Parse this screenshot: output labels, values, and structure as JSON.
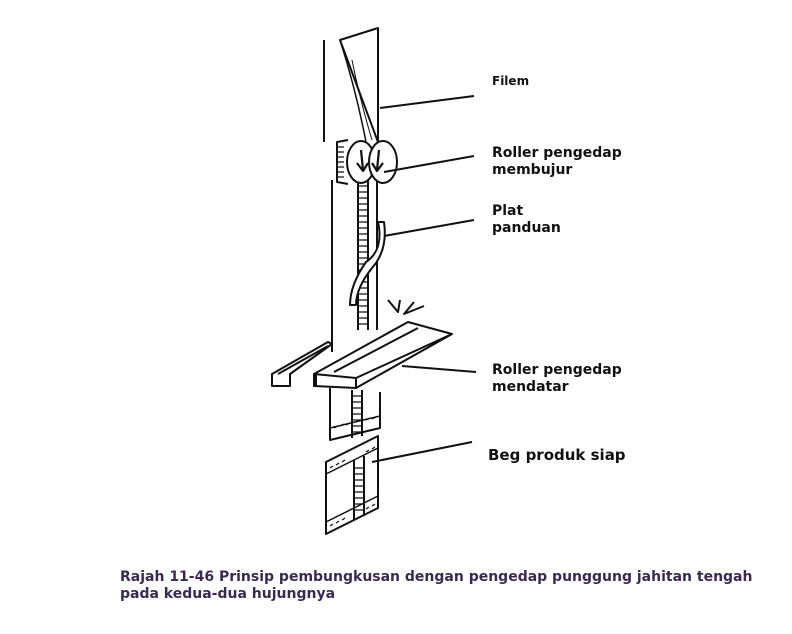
{
  "labels": {
    "film": "Filem",
    "vertical_roller": [
      "Roller pengedap",
      "membujur"
    ],
    "guide_plate": [
      "Plat",
      "panduan"
    ],
    "horizontal_roller": [
      "Roller pengedap",
      "mendatar"
    ],
    "finished_bag": "Beg produk siap"
  },
  "caption": [
    "Rajah 11-46 Prinsip pembungkusan dengan pengedap punggung jahitan tengah",
    "pada kedua-dua hujungnya"
  ],
  "colors": {
    "line": "#111111",
    "caption": "#3a2a52"
  }
}
